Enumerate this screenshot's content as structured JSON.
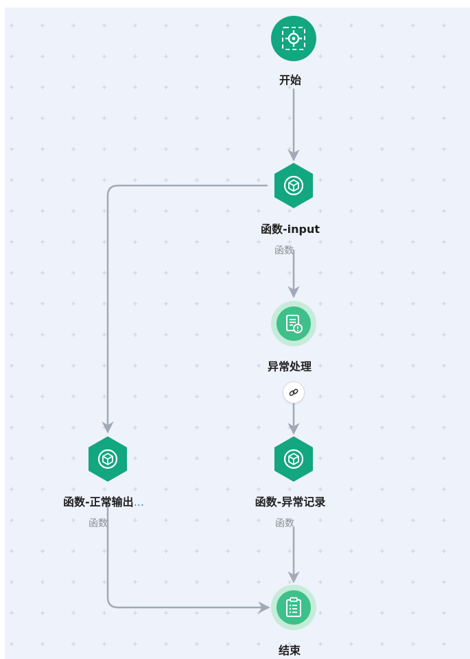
{
  "flow": {
    "start": {
      "label": "开始",
      "icon": "start-target-icon"
    },
    "func_input": {
      "label": "函数-input",
      "type": "函数",
      "icon": "function-box-icon"
    },
    "exception": {
      "label": "异常处理",
      "icon": "exception-document-icon"
    },
    "func_error_log": {
      "label": "函数-异常记录",
      "type": "函数",
      "icon": "function-box-icon"
    },
    "func_normal_out": {
      "label": "函数-正常输出",
      "label_suffix": "...",
      "type": "函数",
      "icon": "function-box-icon"
    },
    "end": {
      "label": "结束",
      "icon": "end-clipboard-icon"
    },
    "link_badge_icon": "link-chain-icon"
  },
  "colors": {
    "canvas_bg": "#eef2fb",
    "grid_plus": "#c9cfdb",
    "node_green": "#12a681",
    "node_halo": "#c5ecd9",
    "node_inner_light": "#3dc08a",
    "edge": "#a2a9b6"
  }
}
